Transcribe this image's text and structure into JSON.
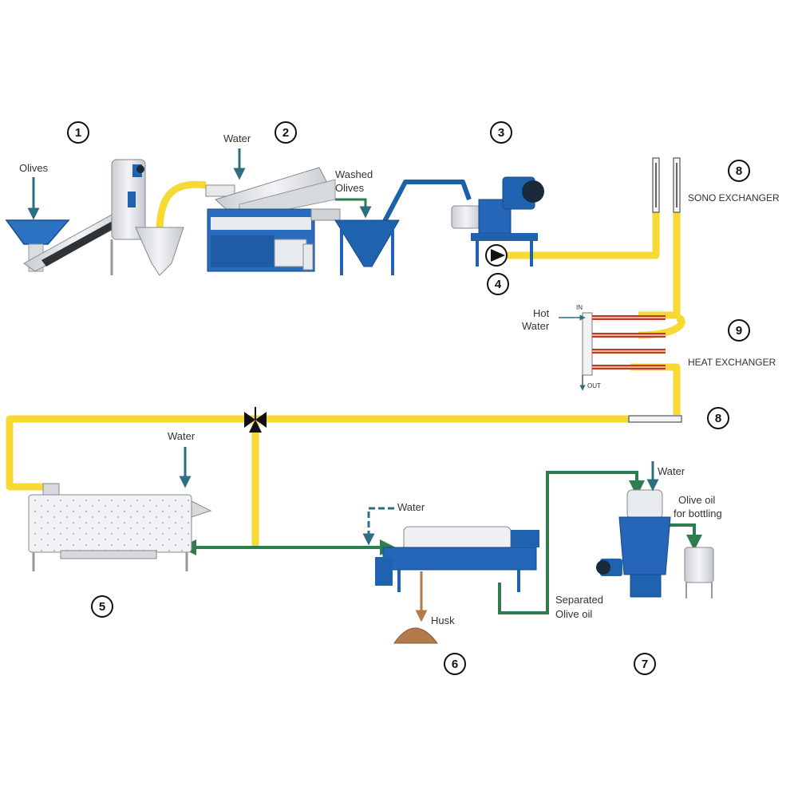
{
  "colors": {
    "yellow_pipe": "#f7d934",
    "green_pipe": "#2e7d4f",
    "water_arrow": "#2d6e80",
    "equipment_blue": "#1e62b0",
    "blue_pipe": "#1a62a8",
    "husk_brown": "#b07a4a"
  },
  "steps": [
    {
      "num": "1"
    },
    {
      "num": "2"
    },
    {
      "num": "3"
    },
    {
      "num": "4"
    },
    {
      "num": "5"
    },
    {
      "num": "6"
    },
    {
      "num": "7"
    },
    {
      "num": "8"
    },
    {
      "num": "9"
    },
    {
      "num": "8"
    }
  ],
  "labels": {
    "olives": "Olives",
    "water_top": "Water",
    "washed_olives_1": "Washed",
    "washed_olives_2": "Olives",
    "sono_exchanger": "SONO EXCHANGER",
    "hot_water_1": "Hot",
    "hot_water_2": "Water",
    "in": "IN",
    "out": "OUT",
    "heat_exchanger": "HEAT EXCHANGER",
    "water_malaxer": "Water",
    "water_decanter": "Water",
    "husk": "Husk",
    "separated_olive_oil_1": "Separated",
    "separated_olive_oil_2": "Olive oil",
    "water_separator": "Water",
    "olive_oil_bottling_1": "Olive oil",
    "olive_oil_bottling_2": "for bottling"
  },
  "icons": [
    "arrow-icon",
    "pump-icon",
    "valve-icon"
  ]
}
